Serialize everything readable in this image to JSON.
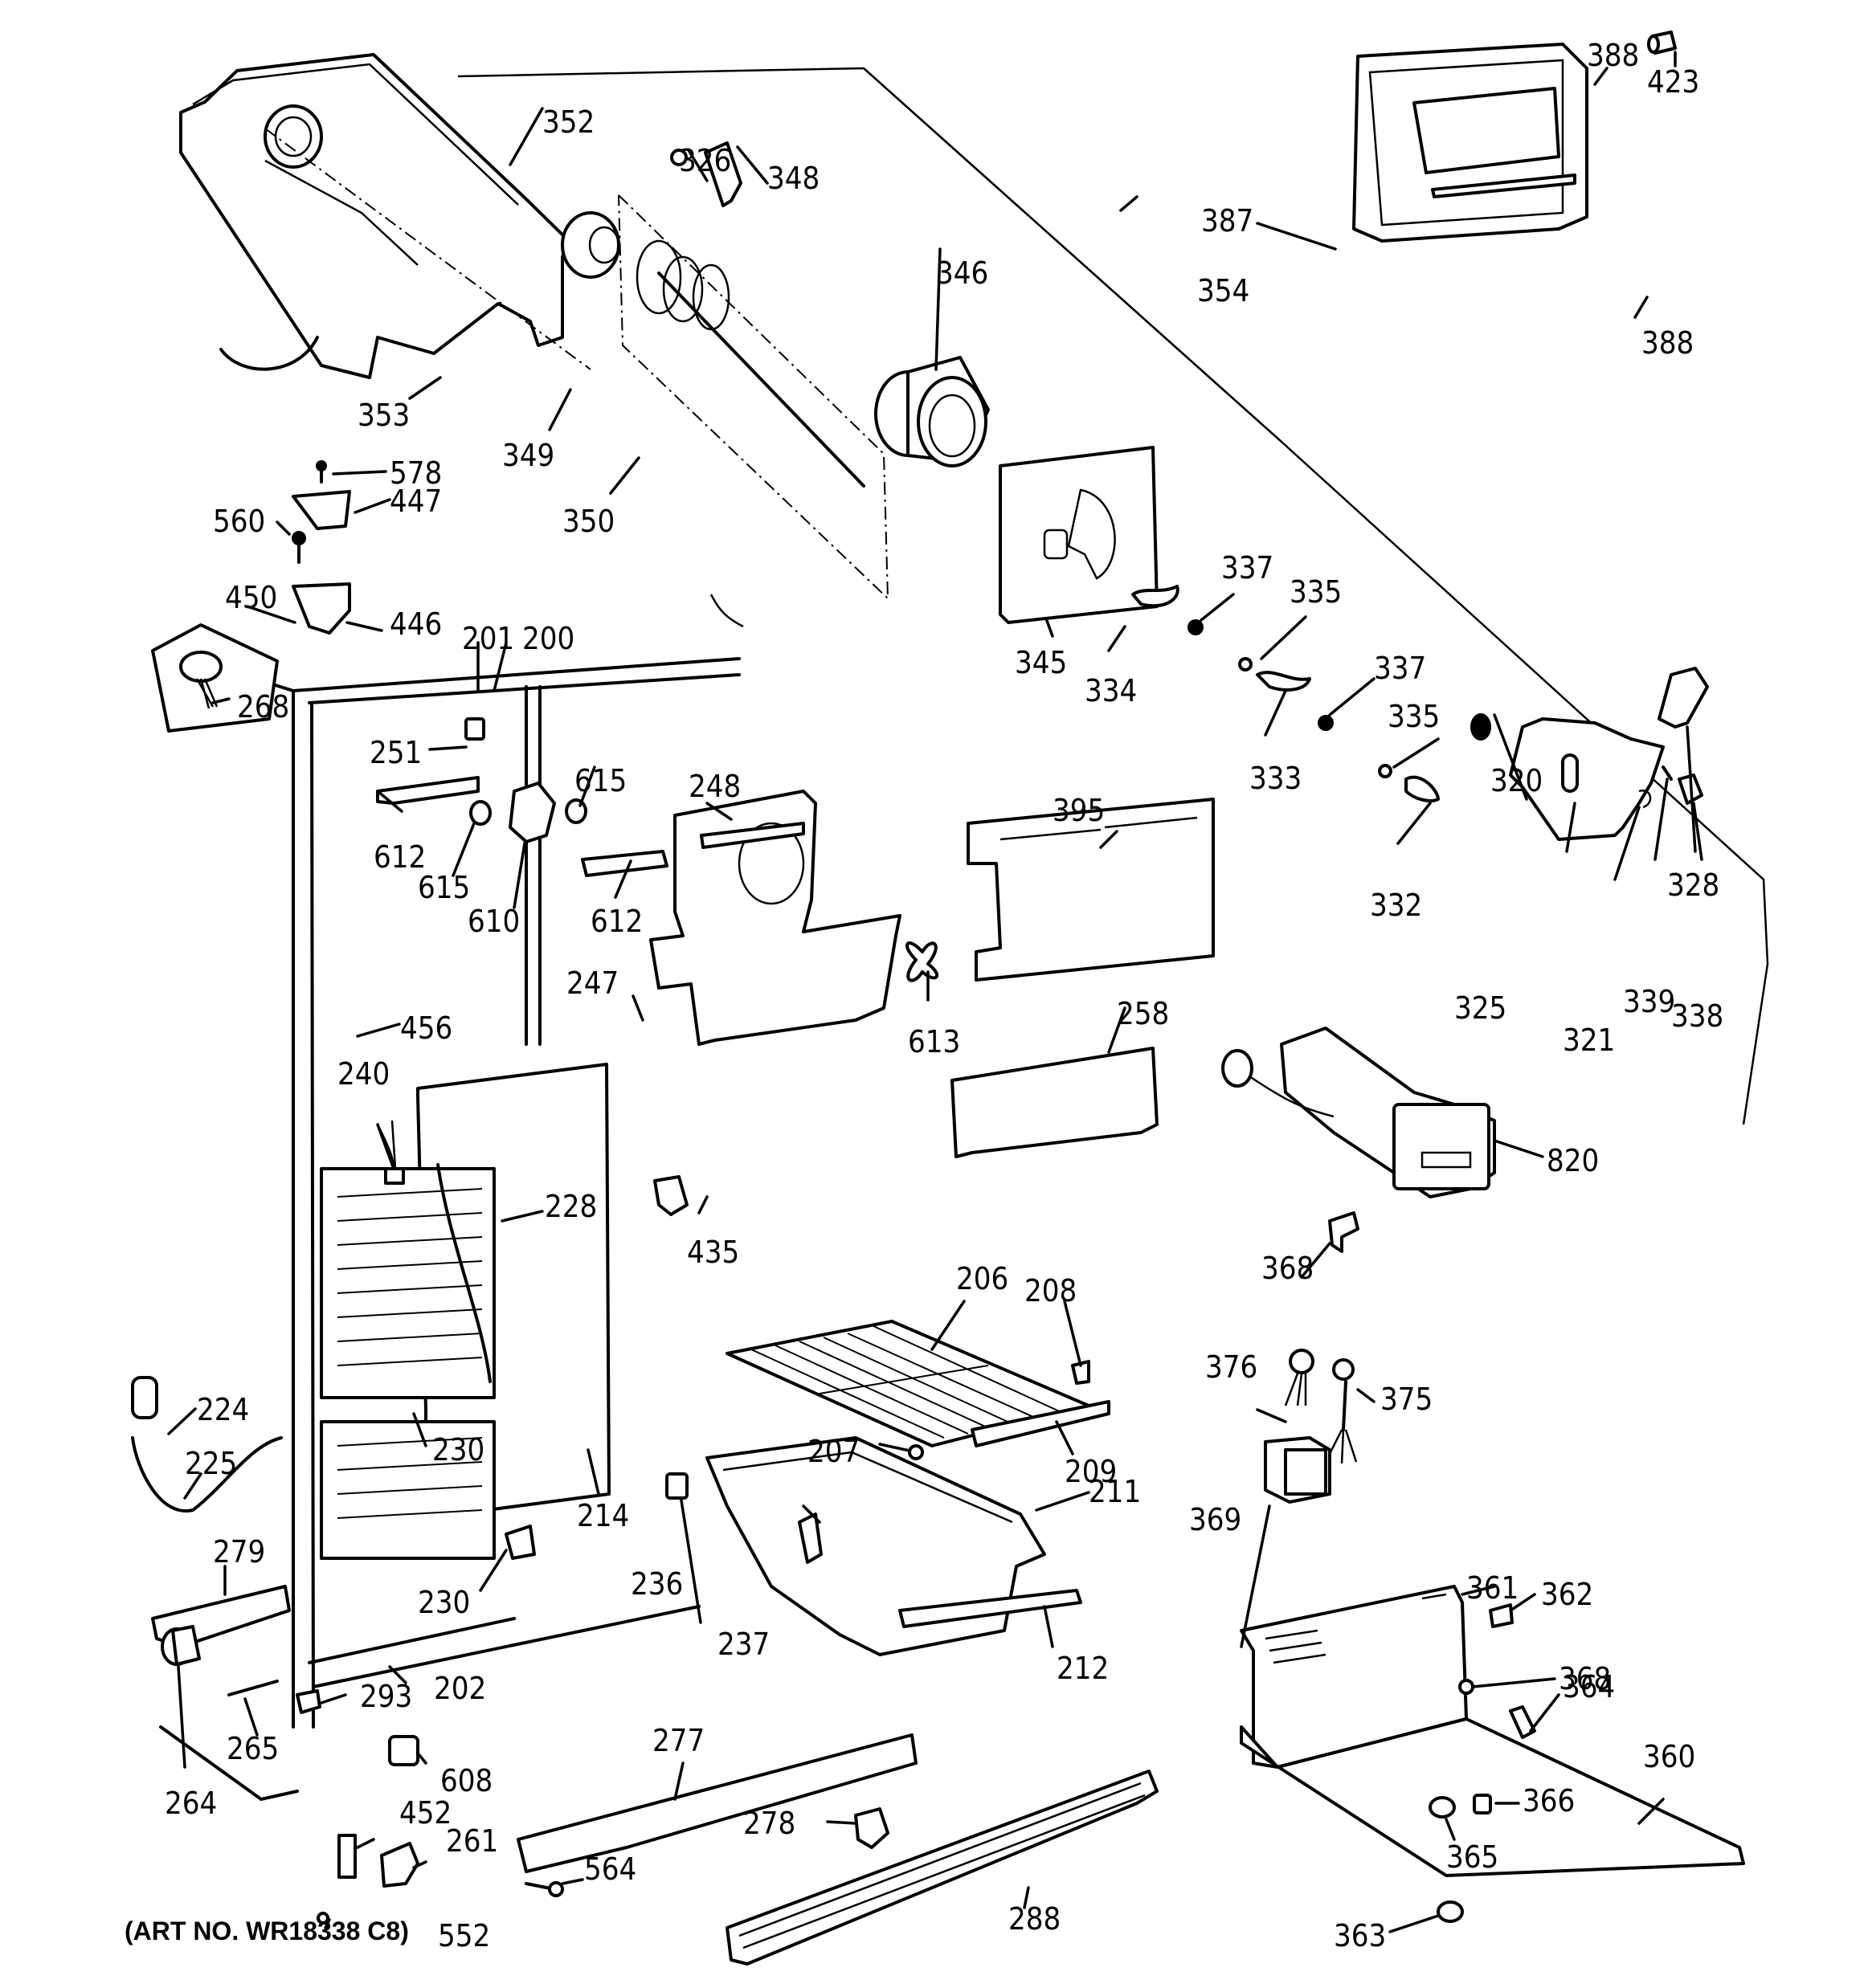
{
  "diagram": {
    "type": "exploded-parts",
    "subject": "refrigerator freezer section",
    "art_number_label": "(ART NO. WR18338 C8)",
    "colors": {
      "ink": "#000000",
      "paper": "#ffffff"
    }
  },
  "callouts": [
    {
      "id": "352",
      "label": "352"
    },
    {
      "id": "326",
      "label": "326"
    },
    {
      "id": "348",
      "label": "348"
    },
    {
      "id": "346",
      "label": "346"
    },
    {
      "id": "353",
      "label": "353"
    },
    {
      "id": "349",
      "label": "349"
    },
    {
      "id": "350",
      "label": "350"
    },
    {
      "id": "578",
      "label": "578"
    },
    {
      "id": "447",
      "label": "447"
    },
    {
      "id": "560",
      "label": "560"
    },
    {
      "id": "450",
      "label": "450"
    },
    {
      "id": "446",
      "label": "446"
    },
    {
      "id": "201",
      "label": "201"
    },
    {
      "id": "200",
      "label": "200"
    },
    {
      "id": "268",
      "label": "268"
    },
    {
      "id": "251",
      "label": "251"
    },
    {
      "id": "612a",
      "label": "612"
    },
    {
      "id": "615a",
      "label": "615"
    },
    {
      "id": "610",
      "label": "610"
    },
    {
      "id": "615b",
      "label": "615"
    },
    {
      "id": "612b",
      "label": "612"
    },
    {
      "id": "248",
      "label": "248"
    },
    {
      "id": "247",
      "label": "247"
    },
    {
      "id": "613",
      "label": "613"
    },
    {
      "id": "456",
      "label": "456"
    },
    {
      "id": "240",
      "label": "240"
    },
    {
      "id": "228",
      "label": "228"
    },
    {
      "id": "435",
      "label": "435"
    },
    {
      "id": "224",
      "label": "224"
    },
    {
      "id": "225",
      "label": "225"
    },
    {
      "id": "230a",
      "label": "230"
    },
    {
      "id": "230b",
      "label": "230"
    },
    {
      "id": "214",
      "label": "214"
    },
    {
      "id": "279",
      "label": "279"
    },
    {
      "id": "236",
      "label": "236"
    },
    {
      "id": "237",
      "label": "237"
    },
    {
      "id": "202",
      "label": "202"
    },
    {
      "id": "293",
      "label": "293"
    },
    {
      "id": "265",
      "label": "265"
    },
    {
      "id": "264",
      "label": "264"
    },
    {
      "id": "608",
      "label": "608"
    },
    {
      "id": "452",
      "label": "452"
    },
    {
      "id": "261",
      "label": "261"
    },
    {
      "id": "552",
      "label": "552"
    },
    {
      "id": "277",
      "label": "277"
    },
    {
      "id": "278",
      "label": "278"
    },
    {
      "id": "564",
      "label": "564"
    },
    {
      "id": "288",
      "label": "288"
    },
    {
      "id": "206",
      "label": "206"
    },
    {
      "id": "208",
      "label": "208"
    },
    {
      "id": "207",
      "label": "207"
    },
    {
      "id": "209",
      "label": "209"
    },
    {
      "id": "211",
      "label": "211"
    },
    {
      "id": "212",
      "label": "212"
    },
    {
      "id": "388a",
      "label": "388"
    },
    {
      "id": "423",
      "label": "423"
    },
    {
      "id": "387",
      "label": "387"
    },
    {
      "id": "354",
      "label": "354"
    },
    {
      "id": "388b",
      "label": "388"
    },
    {
      "id": "345",
      "label": "345"
    },
    {
      "id": "334",
      "label": "334"
    },
    {
      "id": "337a",
      "label": "337"
    },
    {
      "id": "335a",
      "label": "335"
    },
    {
      "id": "337b",
      "label": "337"
    },
    {
      "id": "333",
      "label": "333"
    },
    {
      "id": "335b",
      "label": "335"
    },
    {
      "id": "320",
      "label": "320"
    },
    {
      "id": "332",
      "label": "332"
    },
    {
      "id": "328",
      "label": "328"
    },
    {
      "id": "395",
      "label": "395"
    },
    {
      "id": "325",
      "label": "325"
    },
    {
      "id": "321",
      "label": "321"
    },
    {
      "id": "339",
      "label": "339"
    },
    {
      "id": "338",
      "label": "338"
    },
    {
      "id": "258",
      "label": "258"
    },
    {
      "id": "820",
      "label": "820"
    },
    {
      "id": "368a",
      "label": "368"
    },
    {
      "id": "376",
      "label": "376"
    },
    {
      "id": "375",
      "label": "375"
    },
    {
      "id": "369",
      "label": "369"
    },
    {
      "id": "361",
      "label": "361"
    },
    {
      "id": "362",
      "label": "362"
    },
    {
      "id": "368b",
      "label": "368"
    },
    {
      "id": "364",
      "label": "364"
    },
    {
      "id": "360",
      "label": "360"
    },
    {
      "id": "366",
      "label": "366"
    },
    {
      "id": "365",
      "label": "365"
    },
    {
      "id": "363",
      "label": "363"
    }
  ]
}
